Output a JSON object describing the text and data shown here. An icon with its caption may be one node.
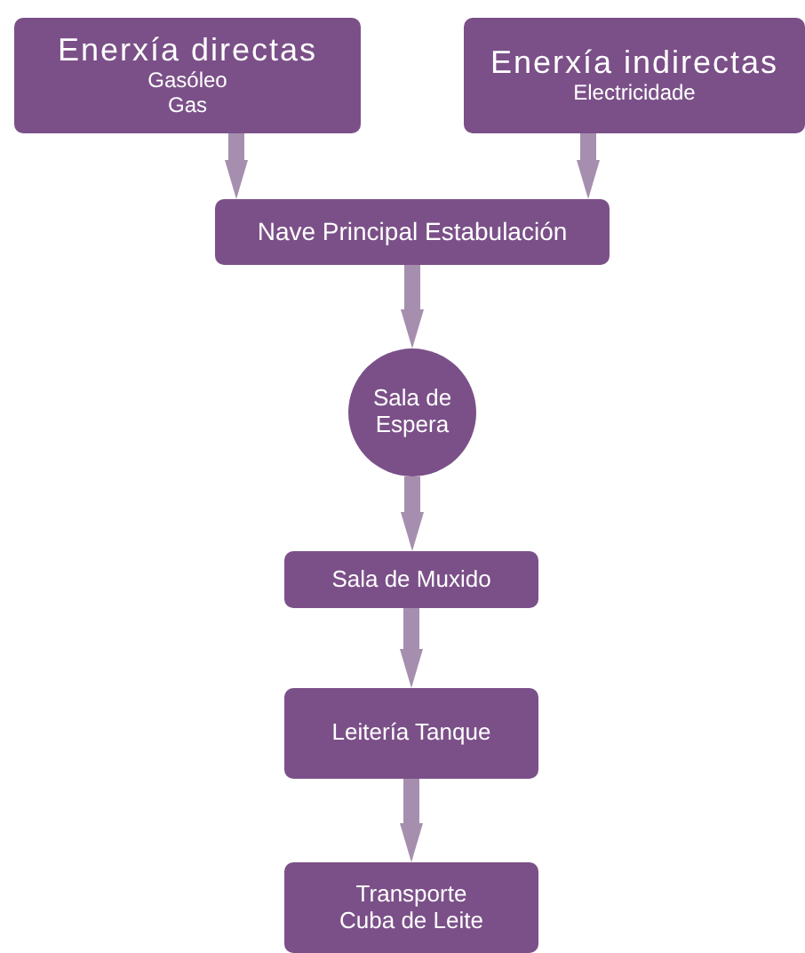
{
  "diagram": {
    "nodes": [
      {
        "text": [
          "Enerxía directas",
          "Gasóleo",
          "Gas"
        ]
      },
      {
        "text": [
          "Enerxía indirectas",
          "Electricidade"
        ]
      },
      {
        "text": [
          "Nave Principal Estabulación"
        ]
      },
      {
        "text": [
          "Sala de Espera"
        ]
      },
      {
        "text": [
          "Sala de Muxido"
        ]
      },
      {
        "text": [
          "Leitería Tanque"
        ]
      },
      {
        "text": [
          "Transporte Cuba de Leite"
        ]
      }
    ],
    "edges": [
      {
        "from": 0,
        "to": 2,
        "arrow": "to"
      },
      {
        "from": 1,
        "to": 2,
        "arrow": "to"
      },
      {
        "from": 2,
        "to": 3,
        "arrow": "to"
      },
      {
        "from": 3,
        "to": 4,
        "arrow": "to"
      },
      {
        "from": 4,
        "to": 5,
        "arrow": "to"
      },
      {
        "from": 5,
        "to": 6,
        "arrow": "to"
      }
    ]
  }
}
